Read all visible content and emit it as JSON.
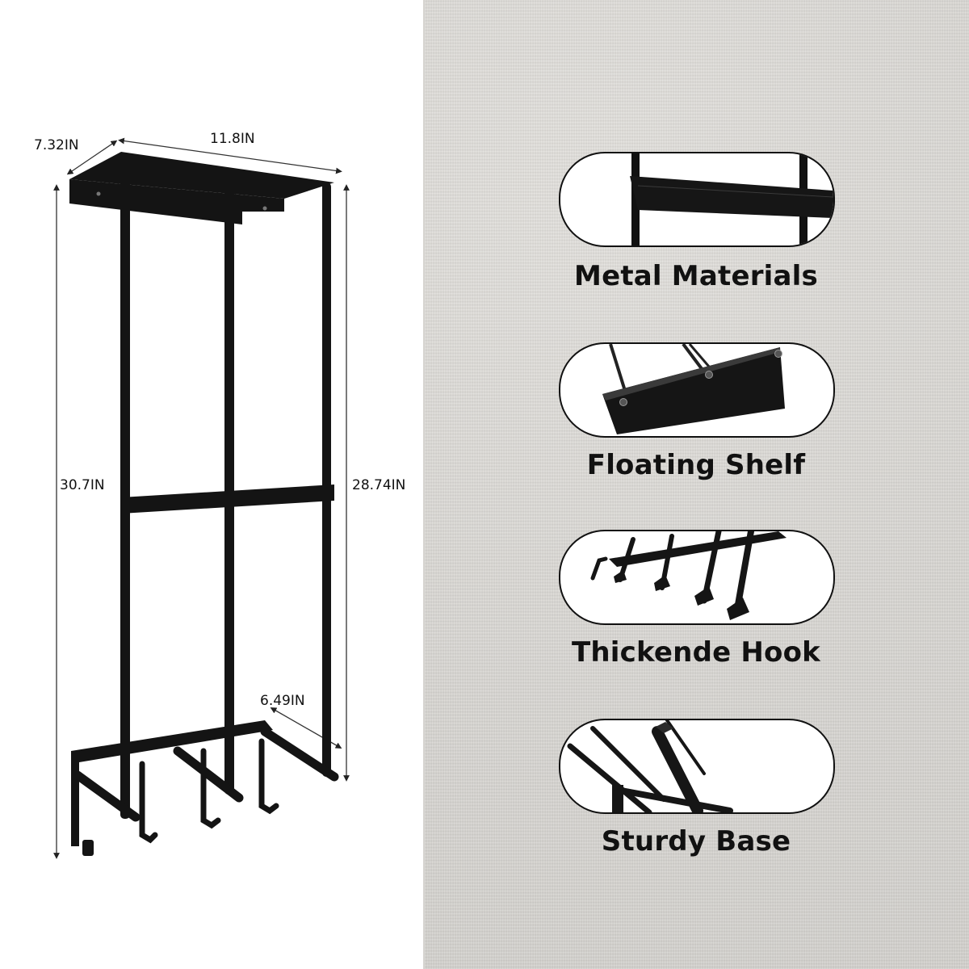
{
  "dimensions": {
    "depth": "7.32IN",
    "width": "11.8IN",
    "total_height": "30.7IN",
    "rod_height": "28.74IN",
    "base_depth": "6.49IN"
  },
  "features": [
    {
      "label": "Metal Materials",
      "icon": "metal-rod-bracket-icon"
    },
    {
      "label": "Floating Shelf",
      "icon": "floating-shelf-icon"
    },
    {
      "label": "Thickende Hook",
      "icon": "hooks-icon"
    },
    {
      "label": "Sturdy Base",
      "icon": "sturdy-base-icon"
    }
  ],
  "colors": {
    "product": "#141414",
    "fabric_background": "#d9d7d3",
    "text": "#111111"
  }
}
